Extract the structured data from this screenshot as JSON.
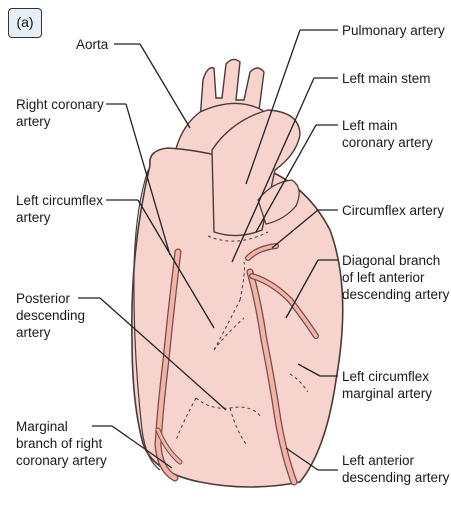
{
  "panel_label": "(a)",
  "colors": {
    "heart_fill": "#f6d3cc",
    "heart_stroke": "#4a3a38",
    "artery_fill": "#f0b4a8",
    "artery_stroke": "#7a4a44",
    "leader": "#222222"
  },
  "labels": {
    "aorta": [
      "Aorta"
    ],
    "right_coronary": [
      "Right coronary",
      "artery"
    ],
    "left_circumflex": [
      "Left circumflex",
      "artery"
    ],
    "posterior_descending": [
      "Posterior",
      "descending",
      "artery"
    ],
    "marginal_branch": [
      "Marginal",
      "branch of right",
      "coronary artery"
    ],
    "pulmonary": [
      "Pulmonary artery"
    ],
    "left_main_stem": [
      "Left main stem"
    ],
    "left_main_coronary": [
      "Left main",
      "coronary artery"
    ],
    "circumflex": [
      "Circumflex artery"
    ],
    "diagonal_branch": [
      "Diagonal branch",
      "of left anterior",
      "descending artery"
    ],
    "left_circumflex_marginal": [
      "Left circumflex",
      "marginal artery"
    ],
    "left_anterior_descending": [
      "Left anterior",
      "descending artery"
    ]
  }
}
